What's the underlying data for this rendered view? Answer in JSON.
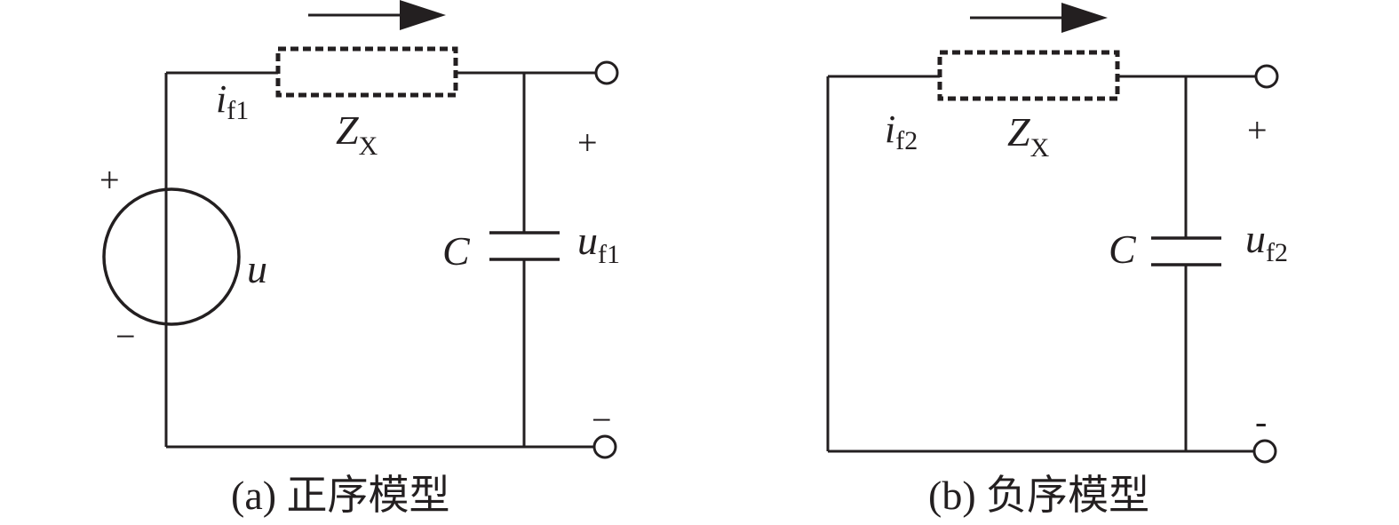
{
  "panel_a": {
    "current_var": "i",
    "current_sub": "f1",
    "impedance_var": "Z",
    "impedance_sub": "X",
    "capacitor": "C",
    "voltage_var": "u",
    "voltage_sub": "f1",
    "source_label": "u",
    "source_plus": "+",
    "source_minus": "−",
    "out_plus": "+",
    "out_minus": "−",
    "caption": "(a) 正序模型"
  },
  "panel_b": {
    "current_var": "i",
    "current_sub": "f2",
    "impedance_var": "Z",
    "impedance_sub": "X",
    "capacitor": "C",
    "voltage_var": "u",
    "voltage_sub": "f2",
    "out_plus": "+",
    "out_minus": "-",
    "caption": "(b) 负序模型"
  }
}
